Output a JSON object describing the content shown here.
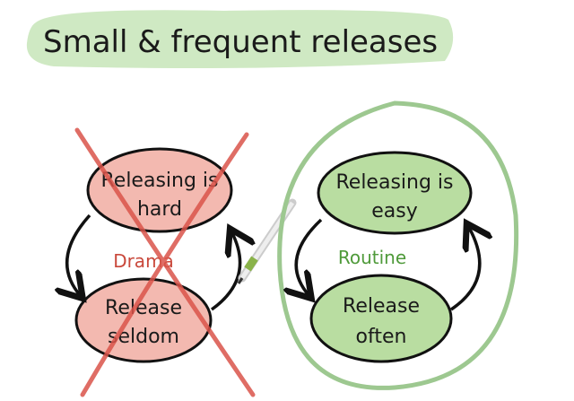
{
  "title": "Small & frequent releases",
  "left_cycle": {
    "top_node": [
      "Releasing is",
      "hard"
    ],
    "bottom_node": [
      "Release",
      "seldom"
    ],
    "label": "Drama",
    "crossed_out": true
  },
  "right_cycle": {
    "top_node": [
      "Releasing is",
      "easy"
    ],
    "bottom_node": [
      "Release",
      "often"
    ],
    "label": "Routine"
  },
  "colors": {
    "title_bg": "#cfe9c3",
    "bad_fill": "#f3b9b0",
    "bad_stroke": "#d9534a",
    "good_fill": "#b9dda1",
    "good_stroke": "#9dc890",
    "drama_text": "#c9483b",
    "routine_text": "#4f9a3a"
  }
}
